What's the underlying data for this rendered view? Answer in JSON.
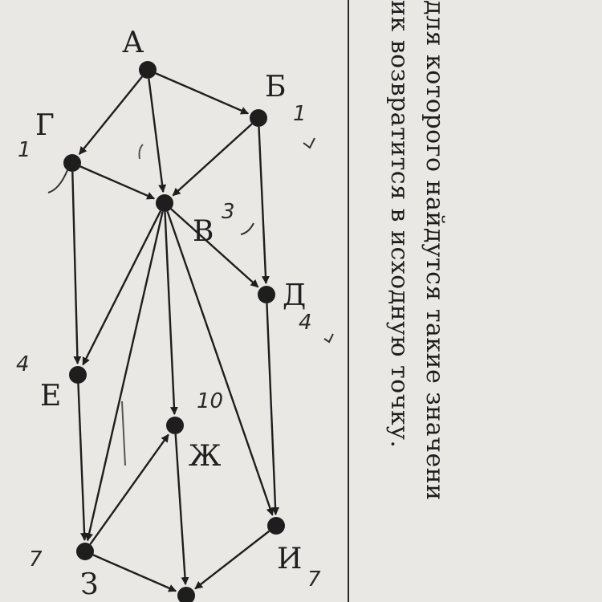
{
  "text": {
    "line1": "для которого найдутся такие значени",
    "line2": "ик возвратится в исходную точку."
  },
  "nodes": {
    "A": "А",
    "B": "Б",
    "V": "В",
    "G": "Г",
    "D": "Д",
    "E": "Е",
    "Zh": "Ж",
    "Z": "З",
    "I": "И"
  },
  "marks": {
    "B": "1",
    "G": "1",
    "V": "3",
    "D": "4",
    "E": "4",
    "Zh": "10",
    "Z": "7",
    "I": "7"
  },
  "edges": [
    [
      "A",
      "B"
    ],
    [
      "A",
      "G"
    ],
    [
      "A",
      "V"
    ],
    [
      "B",
      "V"
    ],
    [
      "B",
      "D"
    ],
    [
      "G",
      "V"
    ],
    [
      "G",
      "E"
    ],
    [
      "V",
      "D"
    ],
    [
      "V",
      "E"
    ],
    [
      "V",
      "Zh"
    ],
    [
      "V",
      "Z"
    ],
    [
      "V",
      "I"
    ],
    [
      "D",
      "I"
    ],
    [
      "E",
      "Z"
    ],
    [
      "Z",
      "Zh"
    ],
    [
      "Zh",
      "K"
    ],
    [
      "Z",
      "K"
    ],
    [
      "I",
      "K"
    ]
  ],
  "colors": {
    "ink": "#1e1e1e",
    "paper": "#e9e8e4"
  }
}
